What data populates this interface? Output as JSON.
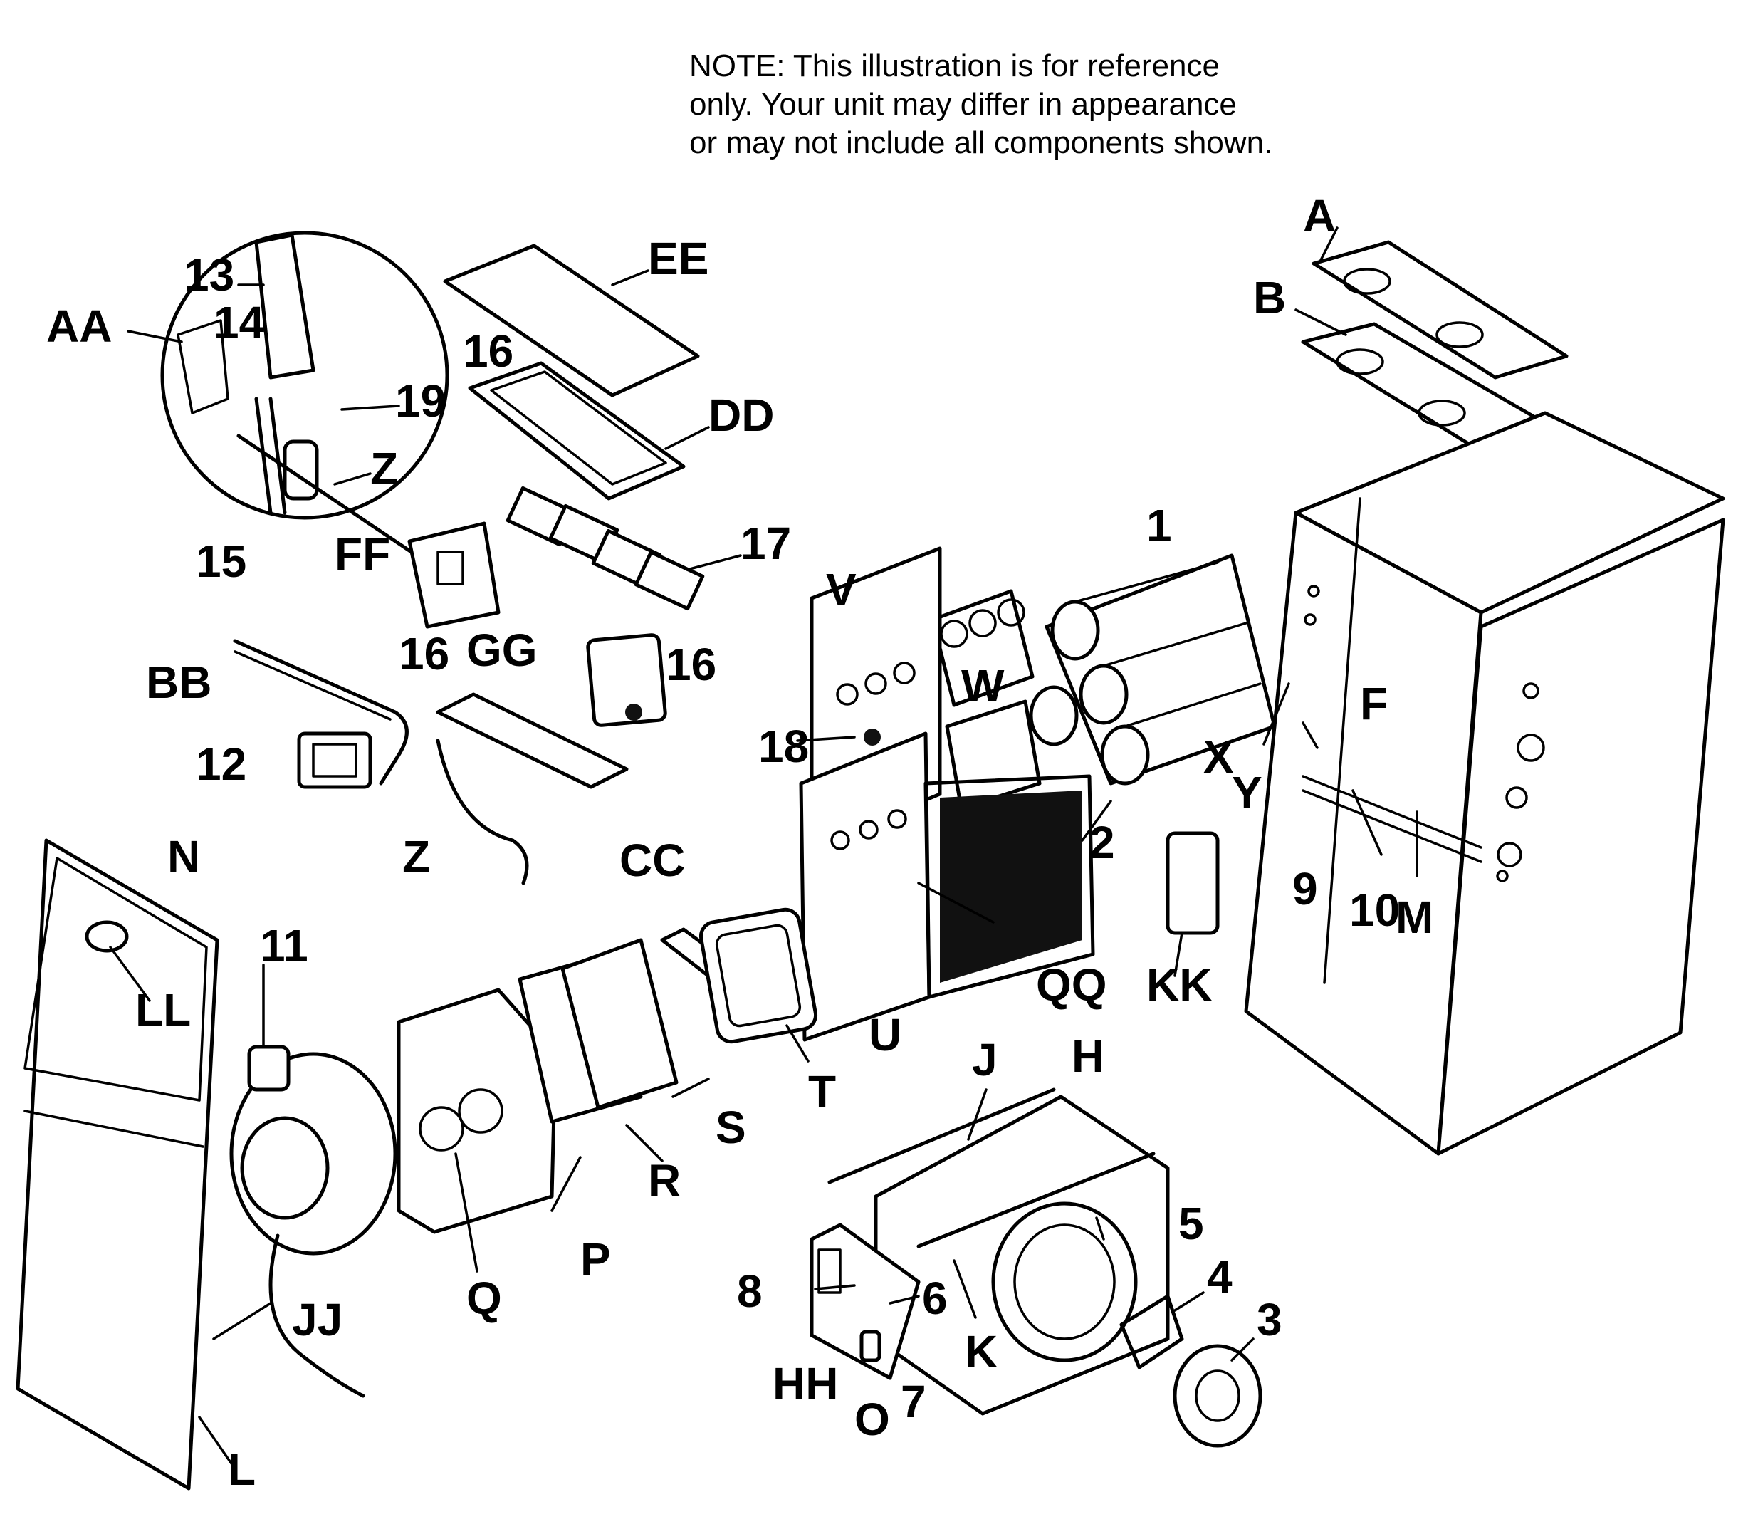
{
  "note": {
    "lines": [
      "NOTE:      This illustration is for reference",
      "only.    Your unit may differ in appearance",
      "or may not include all components shown."
    ]
  },
  "labels": {
    "A": "A",
    "B": "B",
    "EE": "EE",
    "DD": "DD",
    "AA": "AA",
    "n13": "13",
    "n14": "14",
    "n19": "19",
    "Z1": "Z",
    "n16a": "16",
    "n16b": "16",
    "n16c": "16",
    "n17": "17",
    "n15": "15",
    "FF": "FF",
    "GG": "GG",
    "BB": "BB",
    "n12": "12",
    "Z2": "Z",
    "CC": "CC",
    "n1": "1",
    "V": "V",
    "W": "W",
    "n18": "18",
    "n2": "2",
    "X": "X",
    "Y": "Y",
    "F": "F",
    "n9": "9",
    "n10": "10",
    "M": "M",
    "QQ": "QQ",
    "KK": "KK",
    "N": "N",
    "LL": "LL",
    "n11": "11",
    "U": "U",
    "T": "T",
    "S": "S",
    "R": "R",
    "Q": "Q",
    "P": "P",
    "J": "J",
    "H": "H",
    "n5": "5",
    "n4": "4",
    "n3": "3",
    "n8": "8",
    "n6": "6",
    "n7": "7",
    "HH": "HH",
    "O": "O",
    "K": "K",
    "JJ": "JJ",
    "L": "L"
  }
}
